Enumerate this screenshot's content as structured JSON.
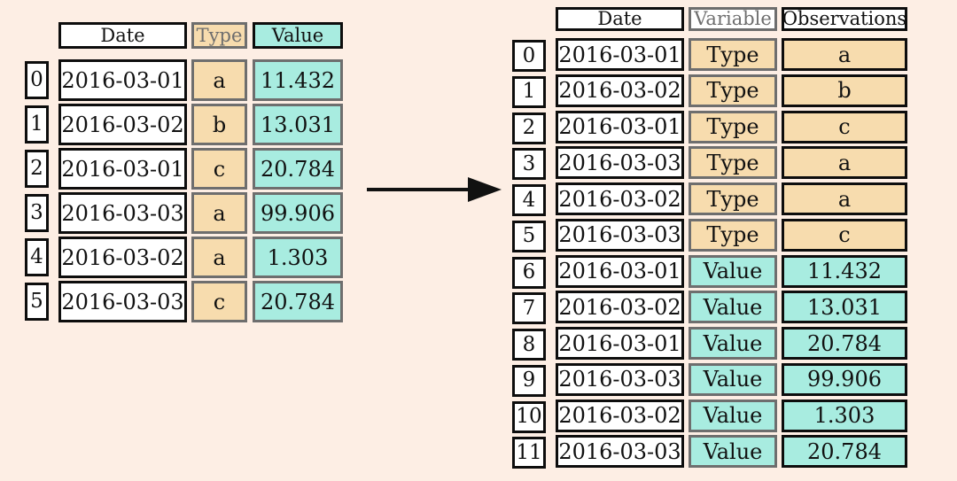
{
  "left_table": {
    "headers": {
      "date": "Date",
      "type": "Type",
      "value": "Value"
    },
    "rows": [
      {
        "index": "0",
        "date": "2016-03-01",
        "type": "a",
        "value": "11.432"
      },
      {
        "index": "1",
        "date": "2016-03-02",
        "type": "b",
        "value": "13.031"
      },
      {
        "index": "2",
        "date": "2016-03-01",
        "type": "c",
        "value": "20.784"
      },
      {
        "index": "3",
        "date": "2016-03-03",
        "type": "a",
        "value": "99.906"
      },
      {
        "index": "4",
        "date": "2016-03-02",
        "type": "a",
        "value": "1.303"
      },
      {
        "index": "5",
        "date": "2016-03-03",
        "type": "c",
        "value": "20.784"
      }
    ]
  },
  "right_table": {
    "headers": {
      "date": "Date",
      "variable": "Variable",
      "observations": "Observations"
    },
    "rows": [
      {
        "index": "0",
        "date": "2016-03-01",
        "variable": "Type",
        "observation": "a"
      },
      {
        "index": "1",
        "date": "2016-03-02",
        "variable": "Type",
        "observation": "b"
      },
      {
        "index": "2",
        "date": "2016-03-01",
        "variable": "Type",
        "observation": "c"
      },
      {
        "index": "3",
        "date": "2016-03-03",
        "variable": "Type",
        "observation": "a"
      },
      {
        "index": "4",
        "date": "2016-03-02",
        "variable": "Type",
        "observation": "a"
      },
      {
        "index": "5",
        "date": "2016-03-03",
        "variable": "Type",
        "observation": "c"
      },
      {
        "index": "6",
        "date": "2016-03-01",
        "variable": "Value",
        "observation": "11.432"
      },
      {
        "index": "7",
        "date": "2016-03-02",
        "variable": "Value",
        "observation": "13.031"
      },
      {
        "index": "8",
        "date": "2016-03-01",
        "variable": "Value",
        "observation": "20.784"
      },
      {
        "index": "9",
        "date": "2016-03-03",
        "variable": "Value",
        "observation": "99.906"
      },
      {
        "index": "10",
        "date": "2016-03-02",
        "variable": "Value",
        "observation": "1.303"
      },
      {
        "index": "11",
        "date": "2016-03-03",
        "variable": "Value",
        "observation": "20.784"
      }
    ]
  },
  "colors": {
    "background": "#fdeee4",
    "type_fill": "#f7dcae",
    "value_fill": "#a8ece0",
    "border": "#0d0d0d",
    "muted_border": "#6e6e6e"
  },
  "icons": {
    "arrow": "right-arrow-icon"
  }
}
